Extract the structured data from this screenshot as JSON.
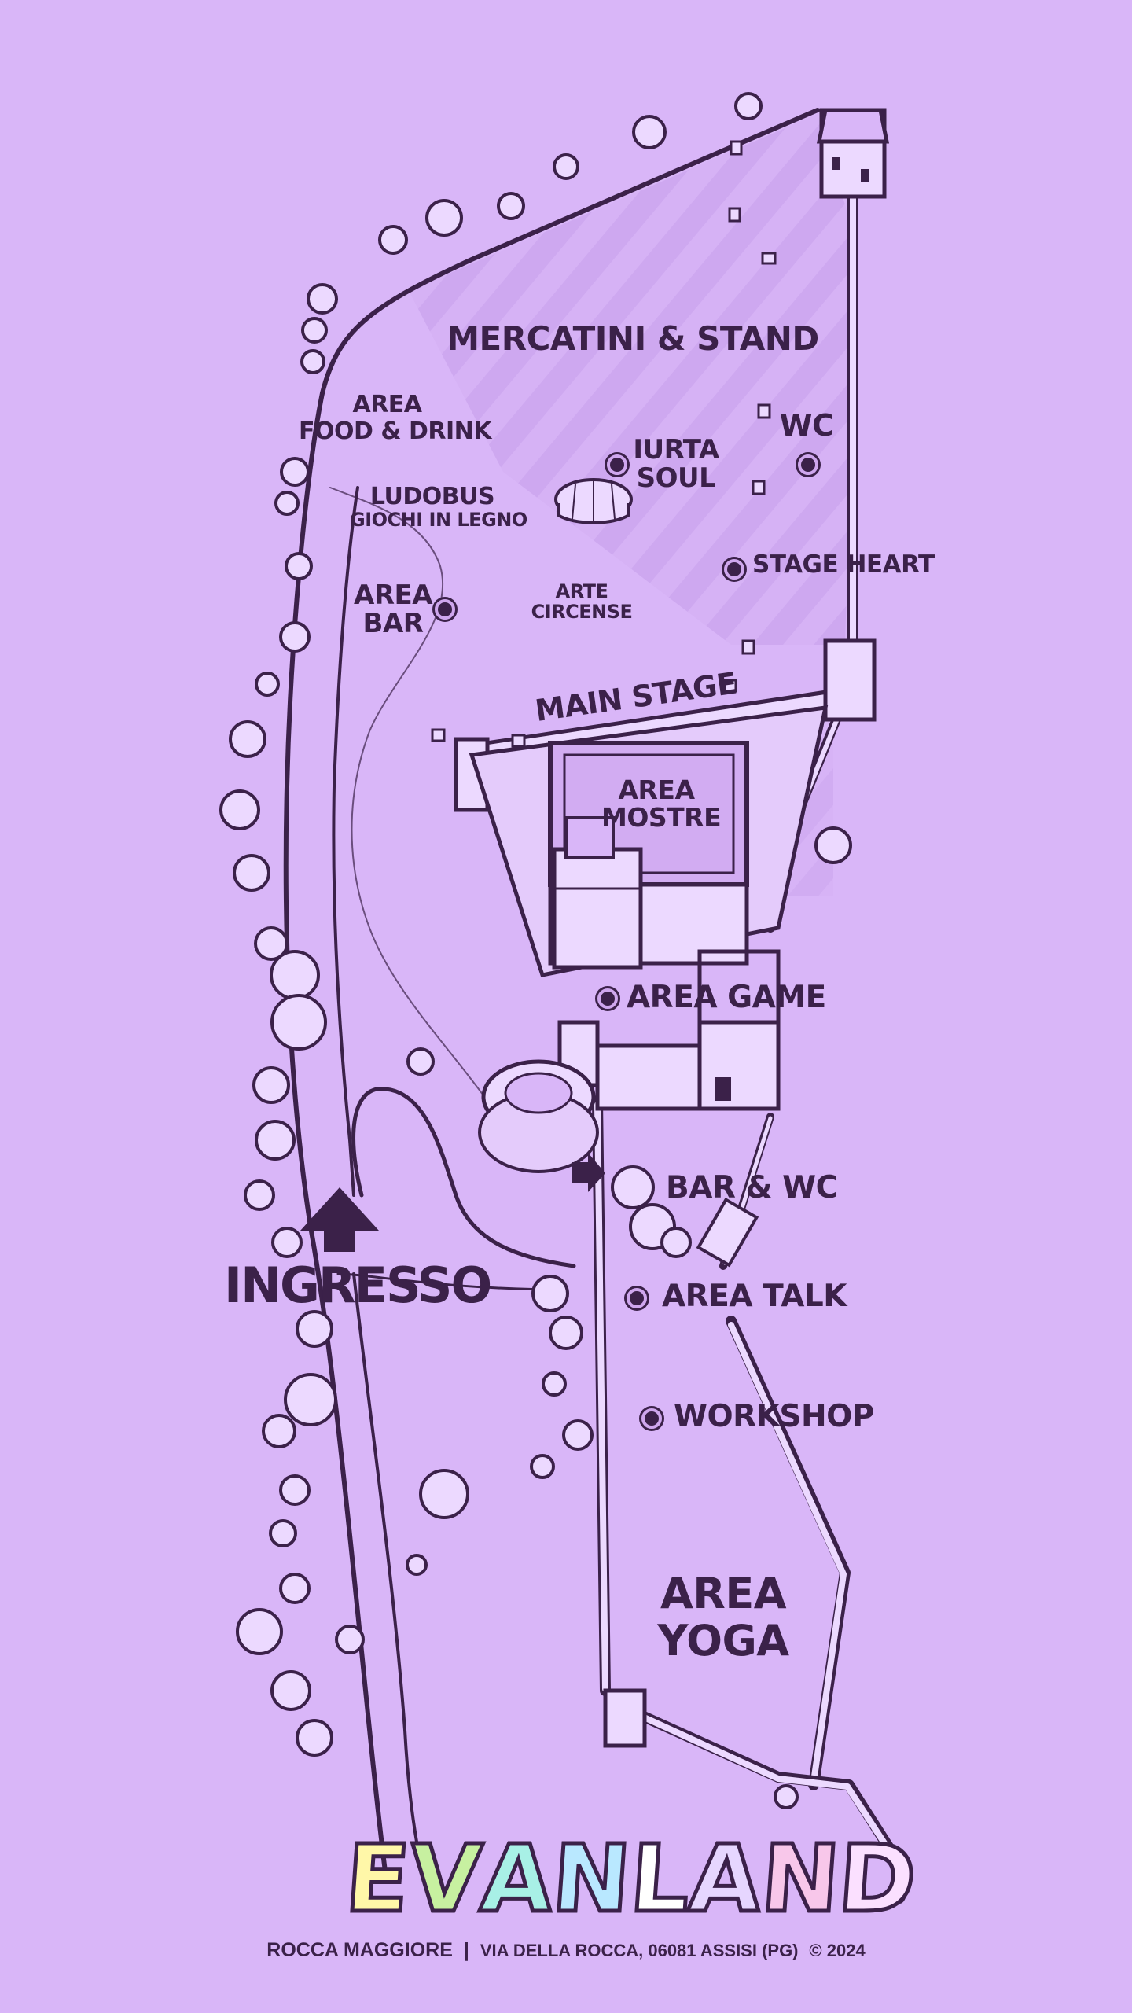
{
  "map": {
    "labels": {
      "mercatini": "MERCATINI & STAND",
      "area_food_1": "AREA",
      "area_food_2": "FOOD & DRINK",
      "iurta_1": "IURTA",
      "iurta_2": "SOUL",
      "wc": "WC",
      "ludobus_1": "LUDOBUS",
      "ludobus_2": "GIOCHI IN LEGNO",
      "stage_heart": "STAGE HEART",
      "area_bar_1": "AREA",
      "area_bar_2": "BAR",
      "arte_1": "ARTE",
      "arte_2": "CIRCENSE",
      "main_stage": "MAIN STAGE",
      "area_mostre_1": "AREA",
      "area_mostre_2": "MOSTRE",
      "area_game": "AREA GAME",
      "bar_wc": "BAR & WC",
      "ingresso": "INGRESSO",
      "area_talk": "AREA TALK",
      "workshop": "WORKSHOP",
      "area_yoga_1": "AREA",
      "area_yoga_2": "YOGA"
    },
    "icons": [
      "entrance-arrow-icon",
      "small-arrow-icon",
      "yurt-icon",
      "castle-tower-icon"
    ]
  },
  "logo": {
    "letters": [
      "E",
      "V",
      "A",
      "N",
      "L",
      "A",
      "N",
      "D"
    ],
    "colors": [
      "#fff7a8",
      "#c7f0a0",
      "#a8f0e6",
      "#b9e8ff",
      "#ffffff",
      "#e6d6ff",
      "#f8c7ea",
      "#fbe0ff"
    ]
  },
  "footer": {
    "place": "ROCCA MAGGIORE",
    "separator": "|",
    "address": "VIA DELLA ROCCA, 06081 ASSISI (PG)",
    "copyright": "© 2024"
  },
  "colors": {
    "background": "#d9b6f8",
    "ink": "#3b2149",
    "light": "#ecd9ff"
  }
}
